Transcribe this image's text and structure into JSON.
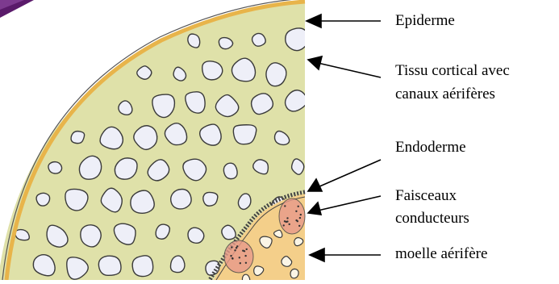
{
  "labels": {
    "epiderme": "Epiderme",
    "cortical_line1": "Tissu cortical avec",
    "cortical_line2": "canaux aérifères",
    "endoderme": "Endoderme",
    "faisceaux_line1": "Faisceaux",
    "faisceaux_line2": "conducteurs",
    "moelle": "moelle aérifère"
  },
  "colors": {
    "cortex_fill": "#dfe1a9",
    "cell_fill": "#eeeff8",
    "epidermis": "#e8b44a",
    "medulla": "#f4cf8a",
    "bundle": "#e89a8a",
    "corner_accent": "#5a1a6a"
  }
}
